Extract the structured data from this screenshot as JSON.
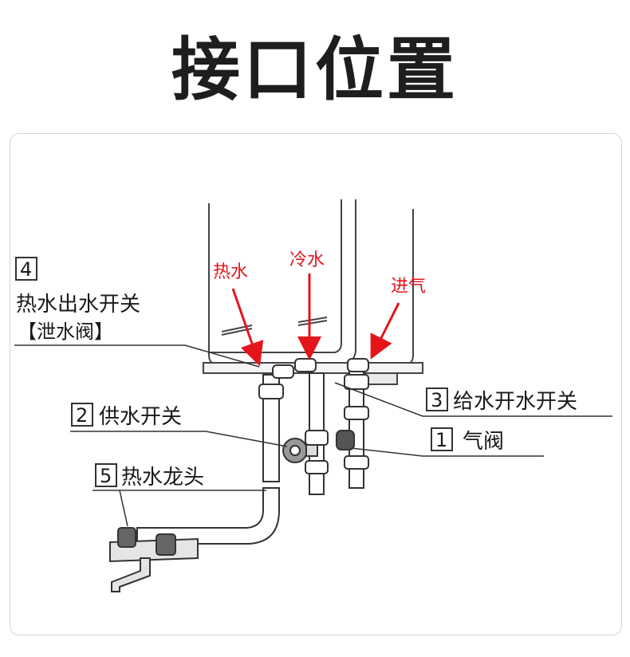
{
  "title": "接口位置",
  "arrow_labels": {
    "hot_water": "热水",
    "cold_water": "冷水",
    "gas_inlet": "进气"
  },
  "callouts": [
    {
      "number": "4",
      "text_line1": "热水出水开关",
      "text_line2": "【泄水阀】"
    },
    {
      "number": "3",
      "text": "给水开水开关"
    },
    {
      "number": "2",
      "text": "供水开关"
    },
    {
      "number": "1",
      "text": "气阀"
    },
    {
      "number": "5",
      "text": "热水龙头"
    }
  ],
  "colors": {
    "arrow_red": "#e3151b",
    "line": "#333333",
    "title": "#1e1e1e"
  }
}
